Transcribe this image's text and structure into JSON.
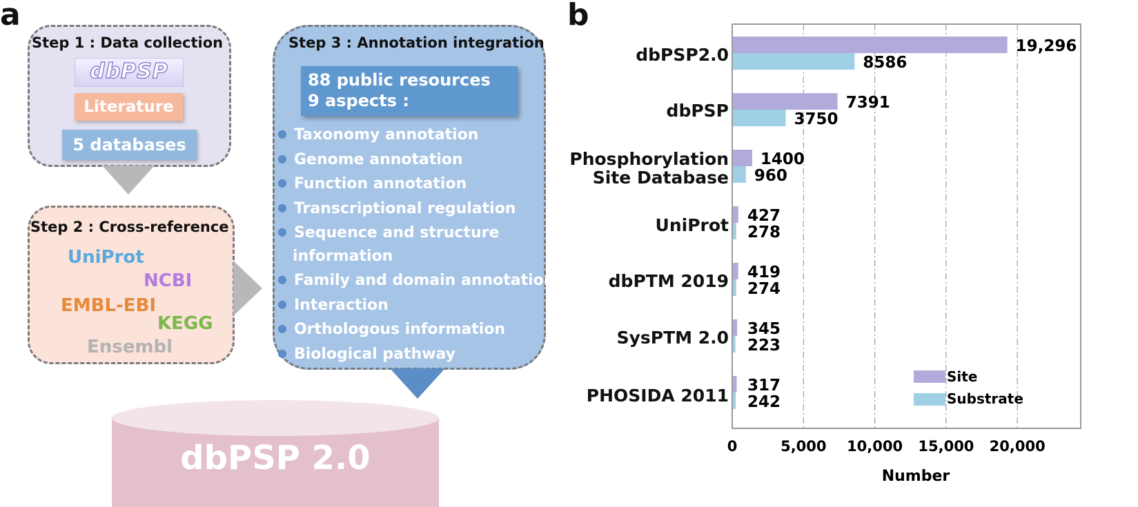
{
  "panel_a": {
    "letter": "a",
    "step1": {
      "title": "Step 1 : Data collection",
      "logo_text": "dbPSP",
      "literature": "Literature",
      "databases": "5 databases"
    },
    "step2": {
      "title": "Step 2 : Cross-reference",
      "resources": [
        {
          "label": "UniProt",
          "color": "#5aa9dd"
        },
        {
          "label": "NCBI",
          "color": "#b57be0"
        },
        {
          "label": "EMBL-EBI",
          "color": "#e6893a"
        },
        {
          "label": "KEGG",
          "color": "#7ab84a"
        },
        {
          "label": "Ensembl",
          "color": "#b3b3b3"
        }
      ]
    },
    "step3": {
      "title": "Step 3 : Annotation integration",
      "summary_line1": "88 public resources",
      "summary_line2": "9 aspects :",
      "items": [
        "Taxonomy annotation",
        "Genome annotation",
        "Function annotation",
        "Transcriptional regulation",
        "Sequence and structure",
        "information",
        "Family and domain annotation",
        "Interaction",
        "Orthologous information",
        "Biological pathway"
      ]
    },
    "output_db": "dbPSP 2.0"
  },
  "panel_b": {
    "letter": "b",
    "xlabel": "Number",
    "legend": {
      "site": "Site",
      "substrate": "Substrate"
    }
  },
  "colors": {
    "site": "#b1abdb",
    "substrate": "#9fd0e6",
    "step1_bg": "#e4e2f0",
    "step2_bg": "#fbe3d9",
    "step3_bg": "#a6c4e6",
    "literature": "#f6b99c",
    "databases": "#91b8df",
    "summary_box": "#5f98cf",
    "cylinder": "#e4c0cb"
  },
  "chart_data": {
    "type": "bar",
    "orientation": "horizontal",
    "categories": [
      "dbPSP2.0",
      "dbPSP",
      "Phosphorylation Site Database",
      "UniProt",
      "dbPTM 2019",
      "SysPTM 2.0",
      "PHOSIDA 2011"
    ],
    "series": [
      {
        "name": "Site",
        "values": [
          19296,
          7391,
          1400,
          427,
          419,
          345,
          317
        ],
        "labels": [
          "19,296",
          "7391",
          "1400",
          "427",
          "419",
          "345",
          "317"
        ]
      },
      {
        "name": "Substrate",
        "values": [
          8586,
          3750,
          960,
          278,
          274,
          223,
          242
        ],
        "labels": [
          "8586",
          "3750",
          "960",
          "278",
          "274",
          "223",
          "242"
        ]
      }
    ],
    "xlabel": "Number",
    "xlim": [
      0,
      24000
    ],
    "xticks": [
      0,
      5000,
      10000,
      15000,
      20000
    ],
    "xtick_labels": [
      "0",
      "5,000",
      "10,000",
      "15,000",
      "20,000"
    ],
    "grid": "vertical dash-dot",
    "legend_position": "bottom-right"
  }
}
